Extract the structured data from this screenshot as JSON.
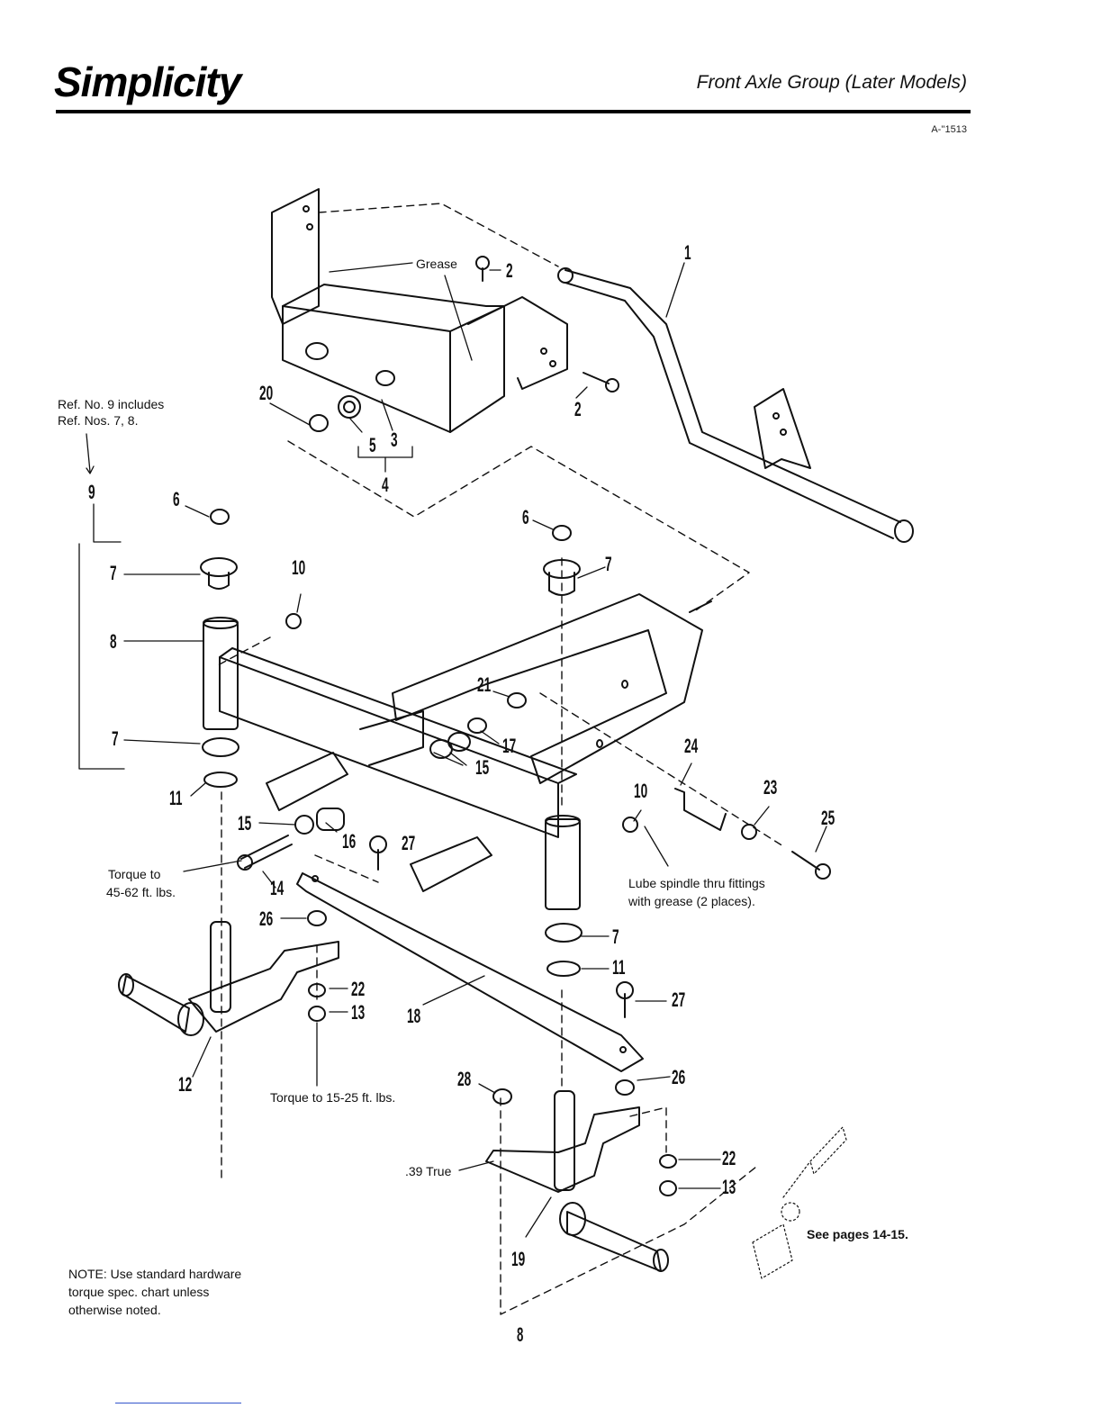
{
  "header": {
    "brand": "Simplicity",
    "title": "Front Axle Group (Later Models)",
    "doc_number": "A-''1513"
  },
  "notes": {
    "ref_note_line1": "Ref. No. 9 includes",
    "ref_note_line2": "Ref. Nos. 7, 8.",
    "grease": "Grease",
    "torque_14_line1": "Torque to",
    "torque_14_line2": "45-62 ft. lbs.",
    "lube_line1": "Lube spindle thru fittings",
    "lube_line2": "with grease (2 places).",
    "torque_13": "Torque to 15-25 ft. lbs.",
    "true_39": ".39 True",
    "see_pages": "See pages 14-15.",
    "note_line1": "NOTE: Use standard hardware",
    "note_line2": "torque spec. chart unless",
    "note_line3": "otherwise noted."
  },
  "callouts": {
    "c1": "1",
    "c2a": "2",
    "c2b": "2",
    "c3": "3",
    "c4": "4",
    "c5": "5",
    "c6a": "6",
    "c6b": "6",
    "c7a": "7",
    "c7b": "7",
    "c7c": "7",
    "c7d": "7",
    "c8": "8",
    "c9": "9",
    "c10a": "10",
    "c10b": "10",
    "c11a": "11",
    "c11b": "11",
    "c12": "12",
    "c13a": "13",
    "c13b": "13",
    "c14": "14",
    "c15a": "15",
    "c15b": "15",
    "c16": "16",
    "c17": "17",
    "c18": "18",
    "c19": "19",
    "c20": "20",
    "c21": "21",
    "c22a": "22",
    "c22b": "22",
    "c23": "23",
    "c24": "24",
    "c25": "25",
    "c26a": "26",
    "c26b": "26",
    "c27a": "27",
    "c27b": "27",
    "c28": "28"
  },
  "page_number": "8"
}
